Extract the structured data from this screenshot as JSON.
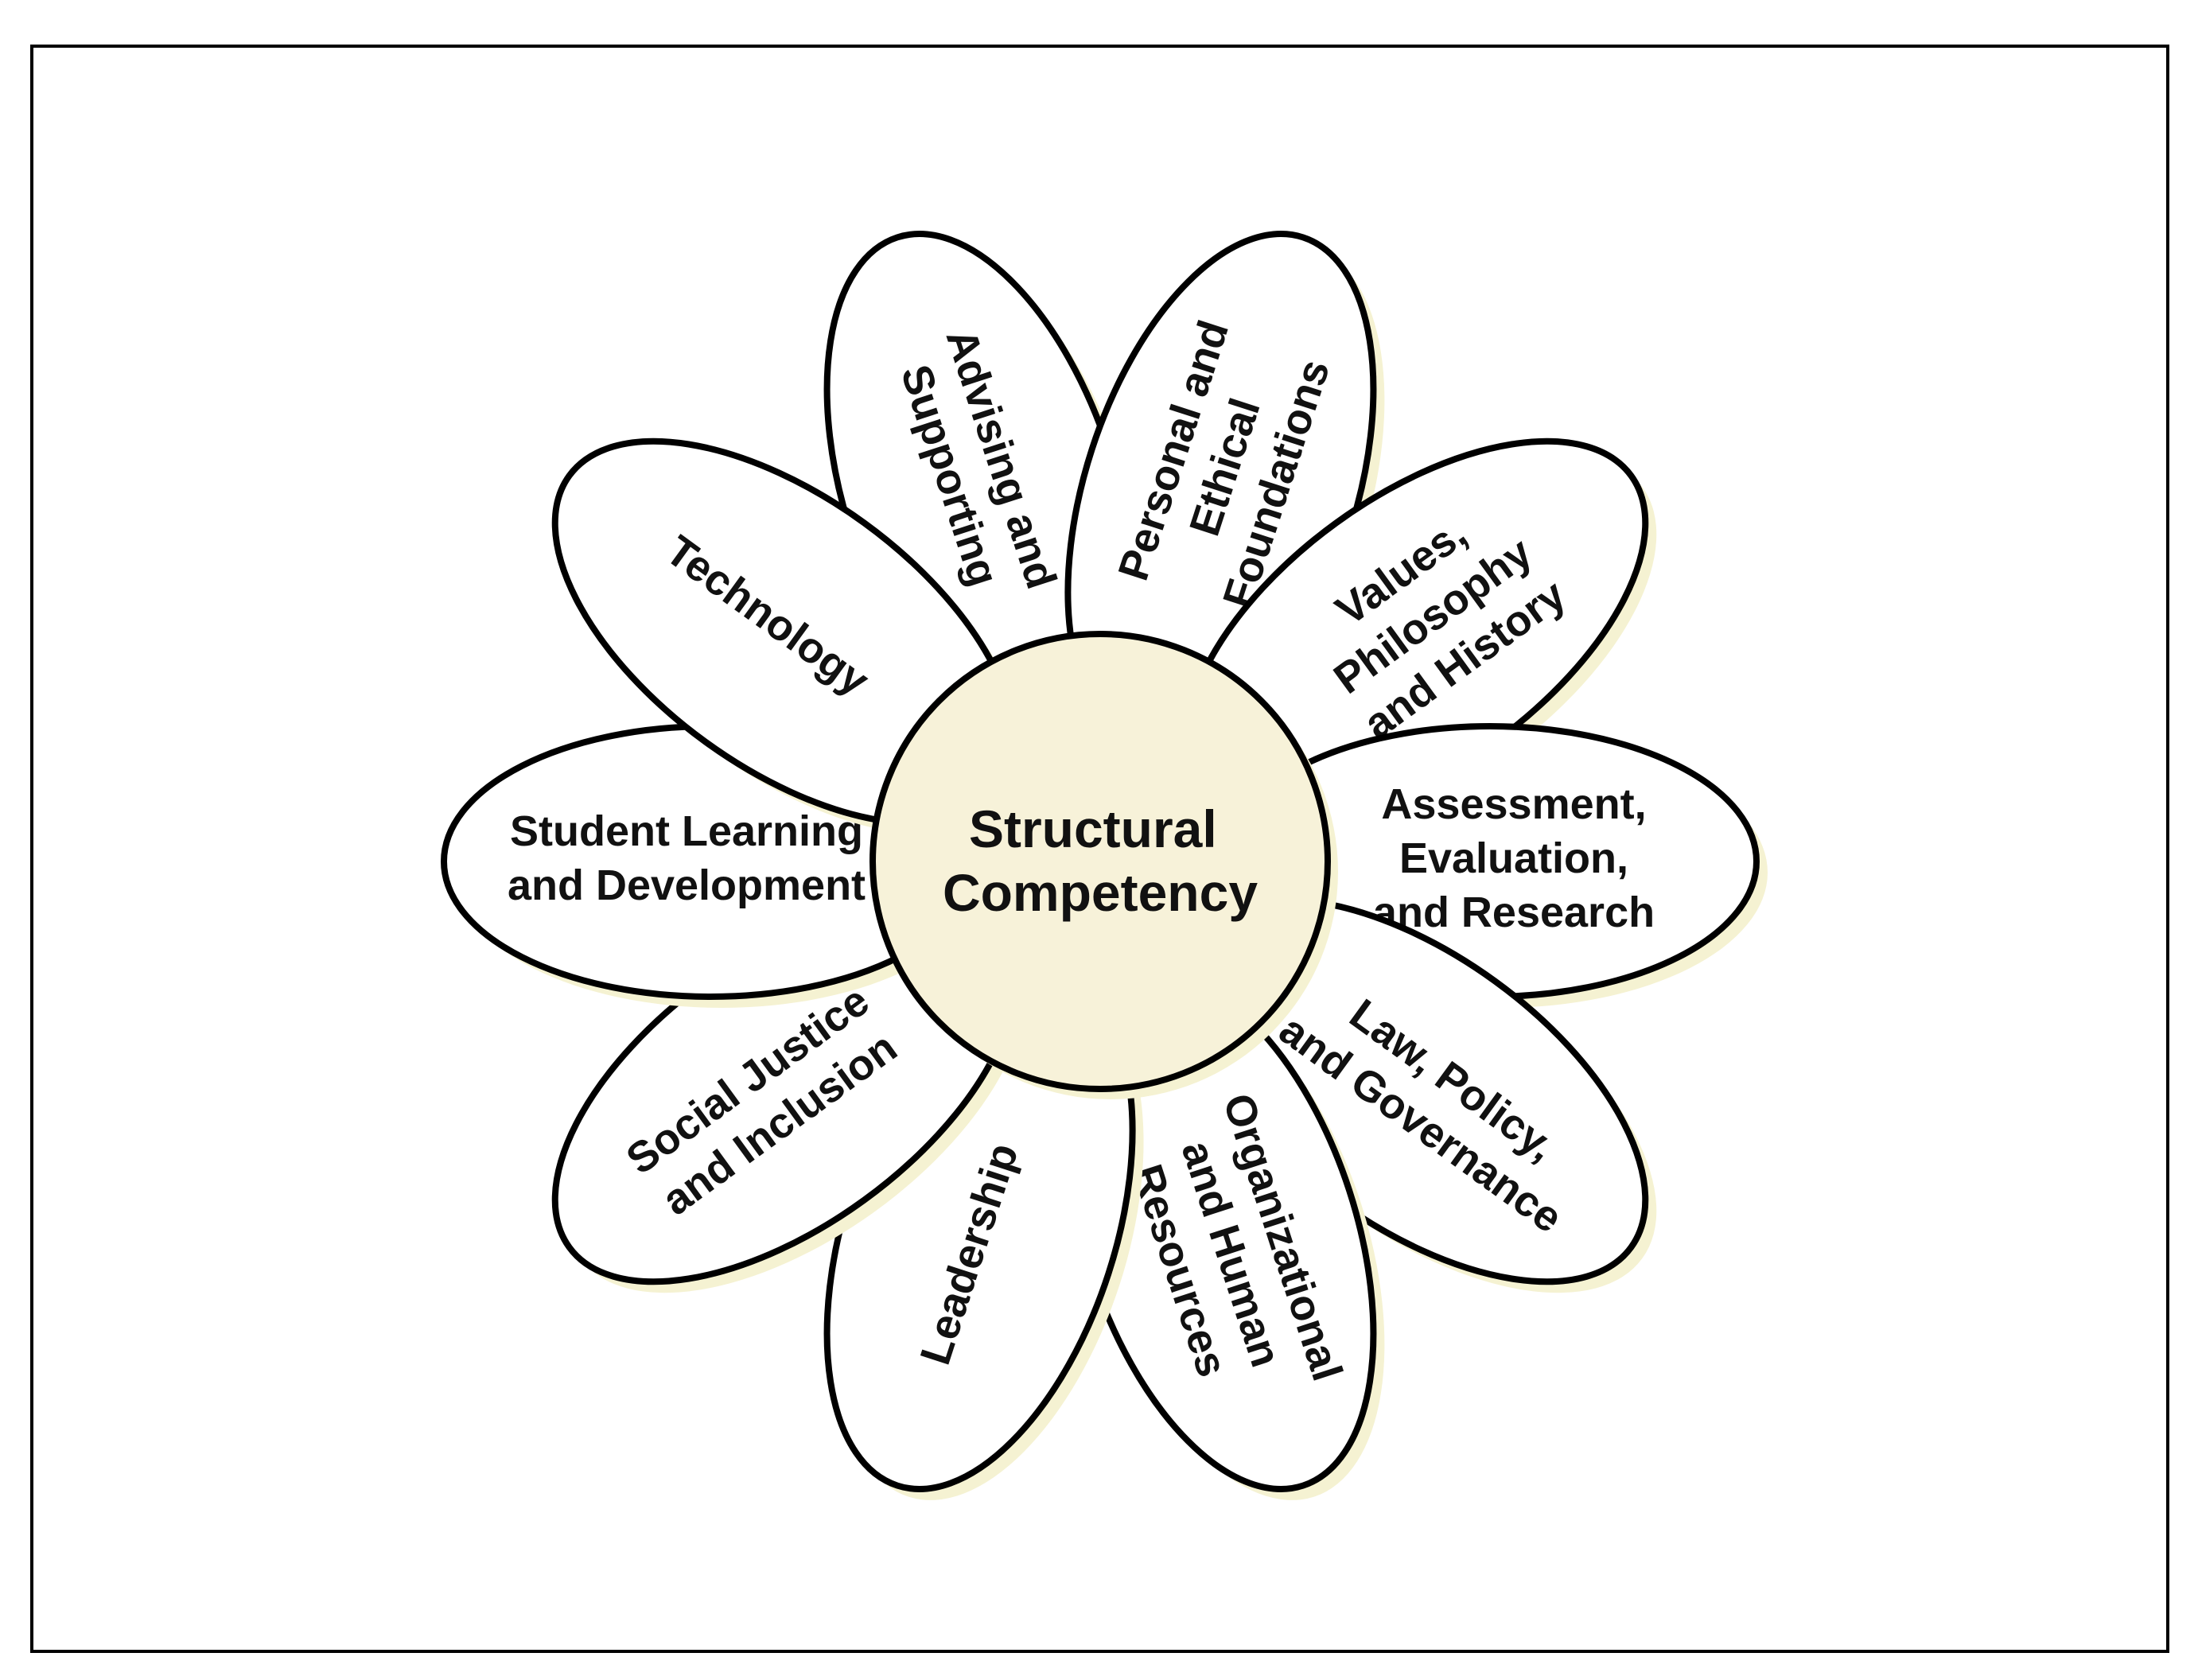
{
  "center": {
    "lines": [
      "Structural",
      "Competency"
    ],
    "fill": "#f7f2d9"
  },
  "petals": [
    {
      "id": "advising-and-supporting",
      "lines": [
        "Advising and",
        "Supporting"
      ]
    },
    {
      "id": "personal-and-ethical-foundations",
      "lines": [
        "Personal and",
        "Ethical",
        "Foundations"
      ]
    },
    {
      "id": "values-philosophy-and-history",
      "lines": [
        "Values,",
        "Philosophy",
        "and History"
      ]
    },
    {
      "id": "assessment-evaluation-and-research",
      "lines": [
        "Assessment,",
        "Evaluation,",
        "and Research"
      ]
    },
    {
      "id": "law-policy-and-governance",
      "lines": [
        "Law, Policy,",
        "and Governance"
      ]
    },
    {
      "id": "organizational-and-human-resources",
      "lines": [
        "Organizational",
        "and Human",
        "Resources"
      ]
    },
    {
      "id": "leadership",
      "lines": [
        "Leadership"
      ]
    },
    {
      "id": "social-justice-and-inclusion",
      "lines": [
        "Social Justice",
        "and Inclusion"
      ]
    },
    {
      "id": "student-learning-and-development",
      "lines": [
        "Student Learning",
        "and Development"
      ]
    },
    {
      "id": "technology",
      "lines": [
        "Technology"
      ]
    }
  ],
  "colors": {
    "petal_fill": "#ffffff",
    "shadow": "#f5f2d2",
    "outline": "#000000"
  }
}
